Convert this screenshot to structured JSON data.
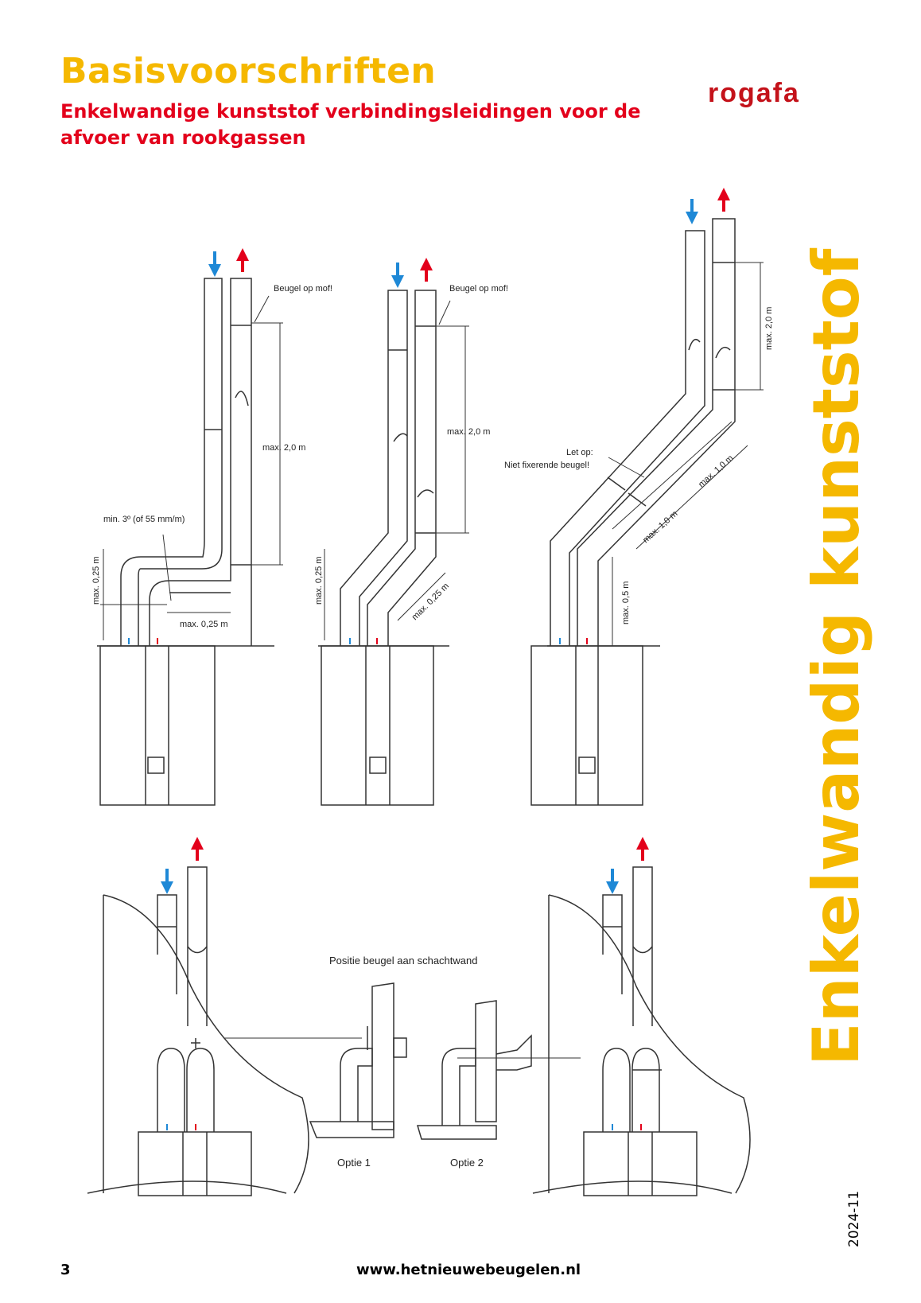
{
  "header": {
    "title": "Basisvoorschriften",
    "subtitle": "Enkelwandige kunststof verbindingsleidingen voor de afvoer van rookgassen"
  },
  "logo": {
    "text": "rogafa",
    "color": "#c4121a",
    "roof_color": "#f07d00"
  },
  "side_title": "Enkelwandig kunststof",
  "date": "2024-11",
  "footer": {
    "page_number": "3",
    "url": "www.hetnieuwebeugelen.nl"
  },
  "colors": {
    "title": "#f5b800",
    "subtitle": "#e3001b",
    "arrow_in": "#1e88d6",
    "arrow_out": "#e3001b"
  },
  "figures": {
    "fig1": {
      "beugel": "Beugel op mof!",
      "max_length": "max. 2,0 m",
      "slope": "min. 3º (of 55 mm/m)",
      "max_height": "max. 0,25 m",
      "max_horizontal": "max. 0,25 m"
    },
    "fig2": {
      "beugel": "Beugel op mof!",
      "max_length": "max. 2,0 m",
      "max_height": "max. 0,25 m",
      "max_diagonal": "max. 0,25 m"
    },
    "fig3": {
      "note": "Let op:",
      "note2": "Niet fixerende beugel!",
      "max_length": "max. 2,0 m",
      "diag1": "max. 1,0 m",
      "diag2": "max. 1,0 m",
      "max_height": "max. 0,5 m"
    },
    "shaft": {
      "caption": "Positie beugel aan schachtwand",
      "option1": "Optie 1",
      "option2": "Optie 2"
    }
  }
}
